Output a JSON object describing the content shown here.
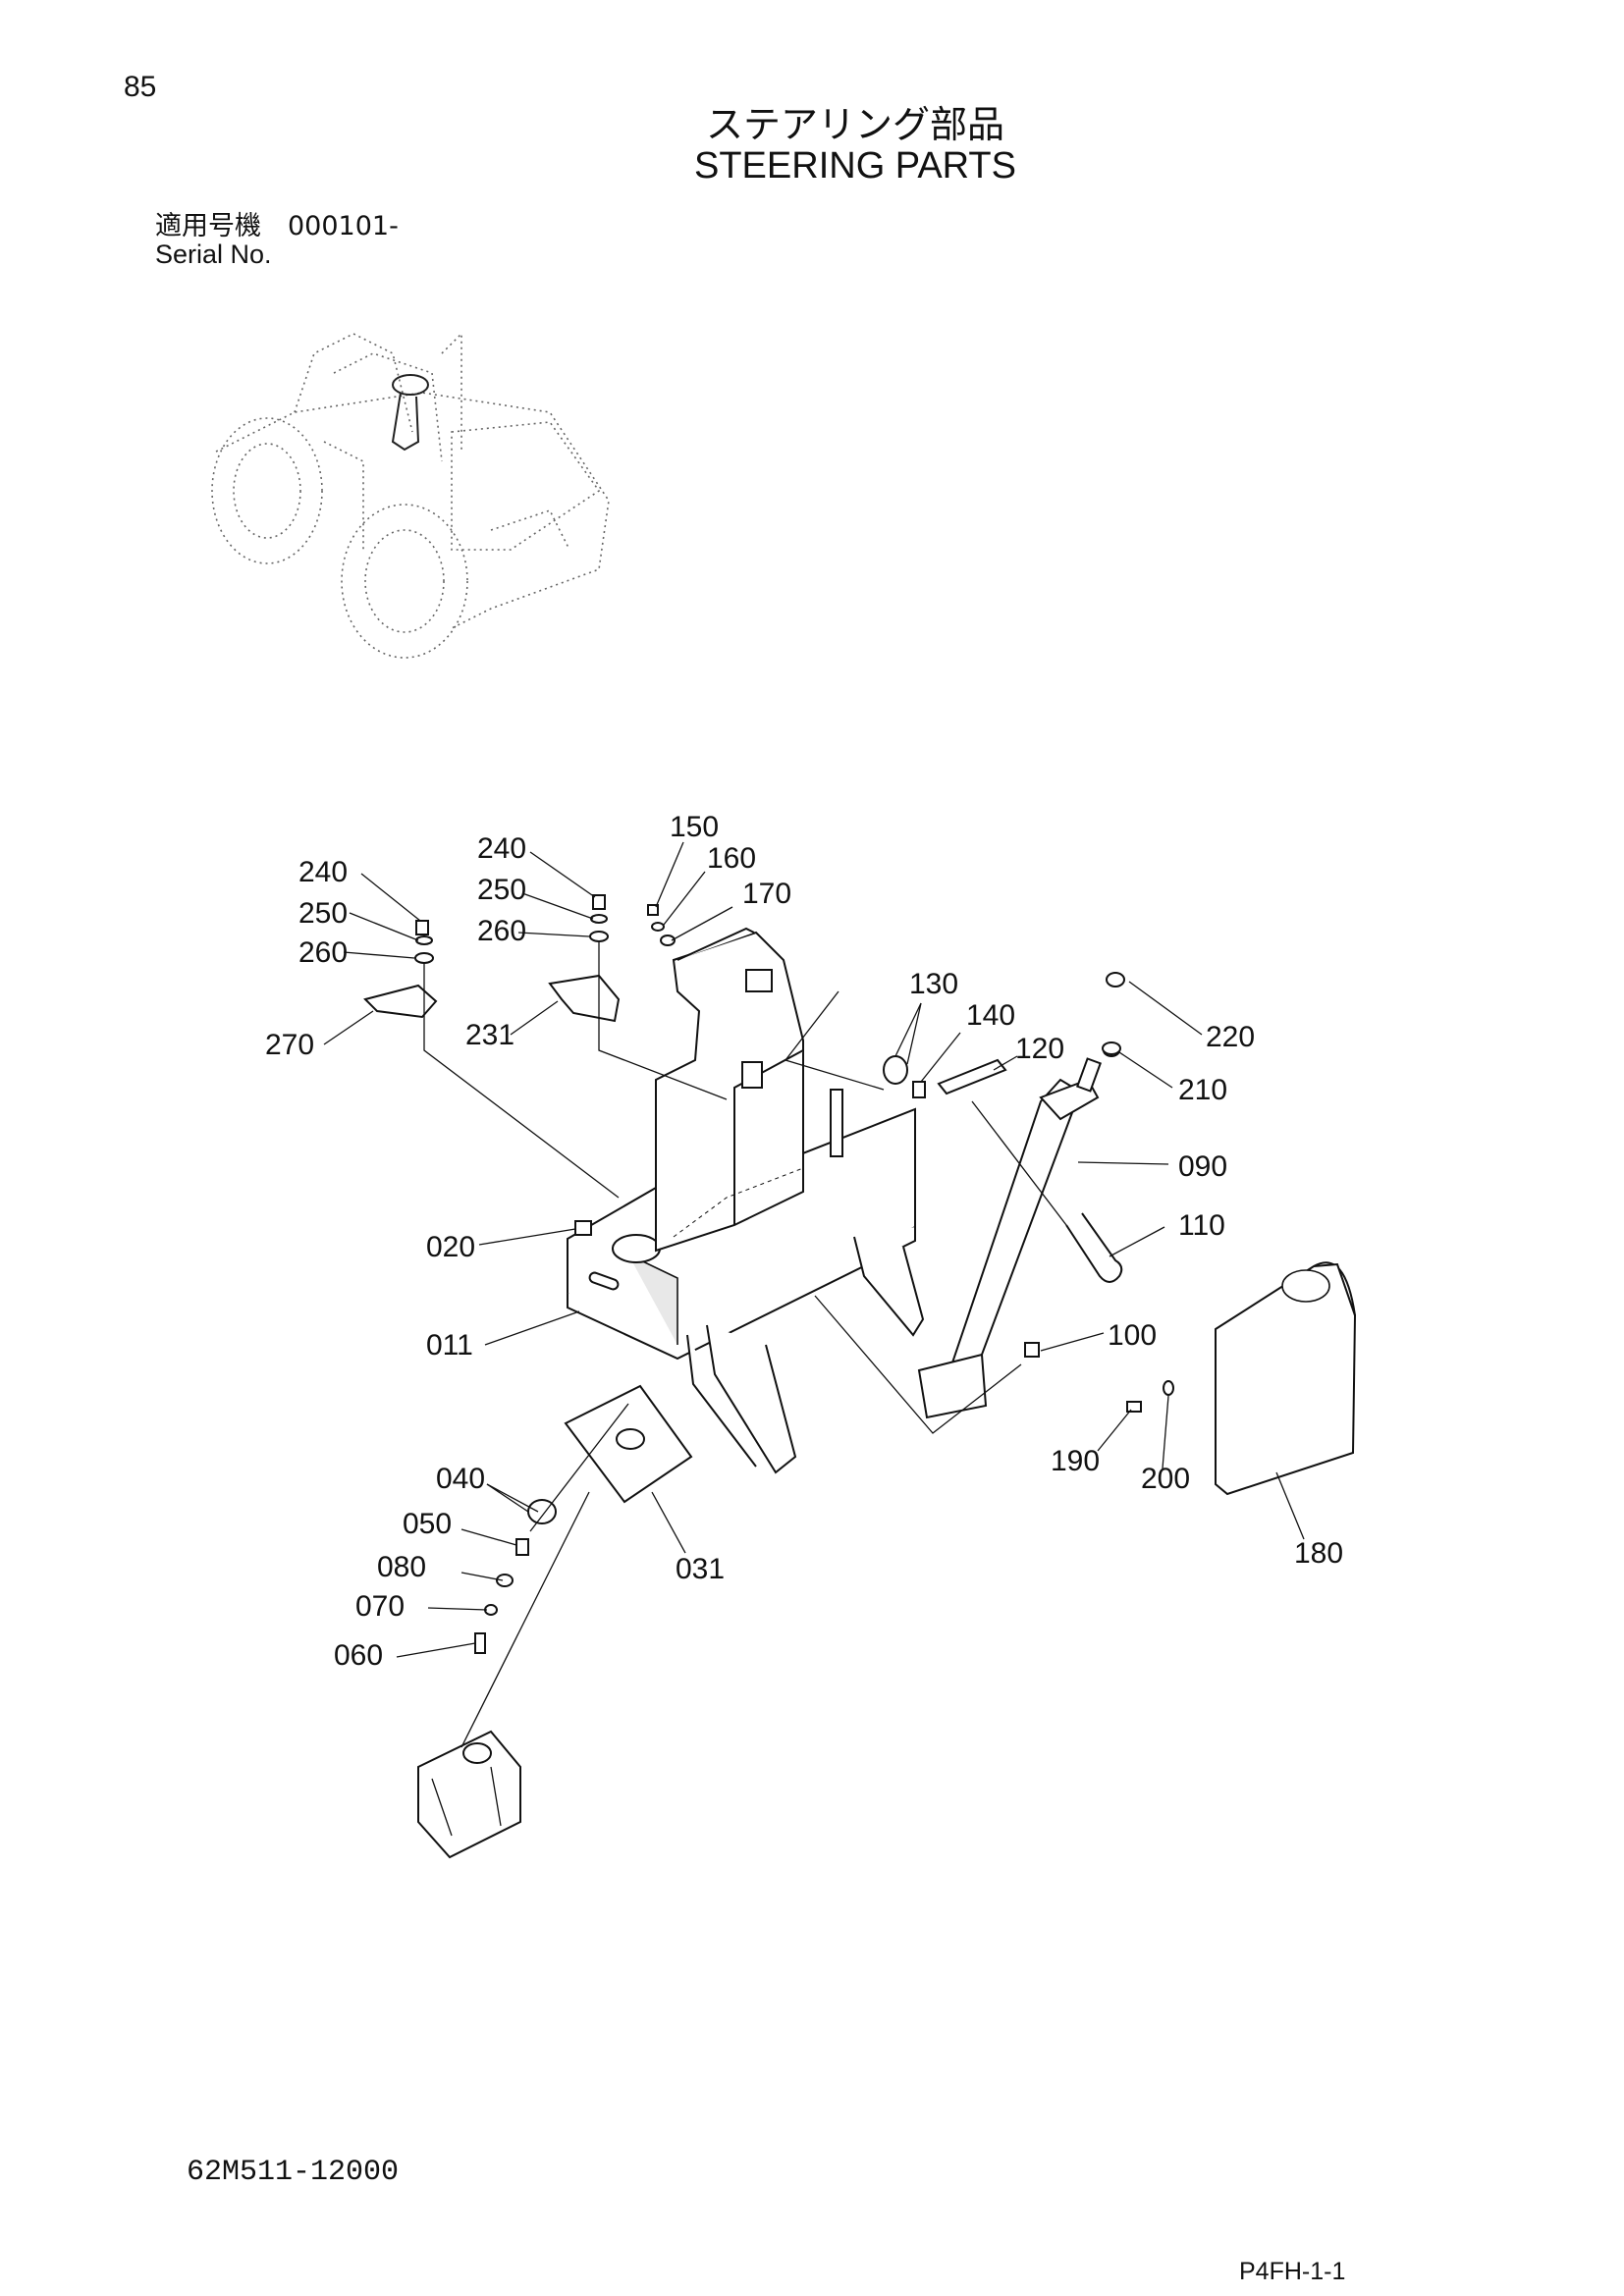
{
  "page": {
    "number": "85",
    "title_jp": "ステアリング部品",
    "title_en": "STEERING PARTS",
    "serial_label_jp": "適用号機　000101-",
    "serial_label_en": "Serial No.",
    "model_code": "62M511-12000",
    "page_ref": "P4FH-1-1"
  },
  "callouts": [
    "150",
    "160",
    "170",
    "240",
    "250",
    "260",
    "240",
    "250",
    "260",
    "270",
    "231",
    "130",
    "140",
    "120",
    "220",
    "210",
    "090",
    "110",
    "020",
    "011",
    "100",
    "190",
    "200",
    "180",
    "040",
    "050",
    "080",
    "070",
    "060",
    "031"
  ]
}
